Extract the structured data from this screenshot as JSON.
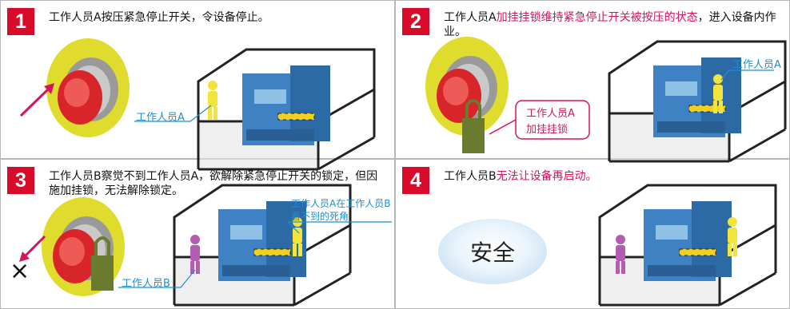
{
  "steps": [
    {
      "number": "1",
      "text_plain": "工作人员A按压紧急停止开关，令设备停止。",
      "text_highlight": ""
    },
    {
      "number": "2",
      "text_plain": "工作人员A",
      "text_highlight": "加挂挂锁维持紧急停止开关被按压的状态",
      "text_after": "，进入设备内作业。"
    },
    {
      "number": "3",
      "text_plain": "工作人员B察觉不到工作人员A，欲解除紧急停止开关的锁定，但因施加挂锁，无法解除锁定。",
      "text_highlight": ""
    },
    {
      "number": "4",
      "text_plain": "工作人员B",
      "text_highlight": "无法让设备再启动。"
    }
  ],
  "labels": {
    "worker_a": "工作人员A",
    "worker_b": "工作人员B",
    "lock_callout_line1": "工作人员A",
    "lock_callout_line2": "加挂挂锁",
    "blind_spot_line1": "工作人员A在工作人员B",
    "blind_spot_line2": "看不到的死角",
    "safe": "安全",
    "cross": "×"
  },
  "colors": {
    "step_badge": "#d80c2a",
    "highlight_text": "#d5135e",
    "label_text": "#1e8fd0",
    "estop_ring": "#e0dc2e",
    "estop_button": "#d8252a",
    "padlock": "#6a7a2e",
    "machine": "#3f82c4",
    "worker_a": "#f2e43a",
    "worker_b": "#b45bb3"
  }
}
